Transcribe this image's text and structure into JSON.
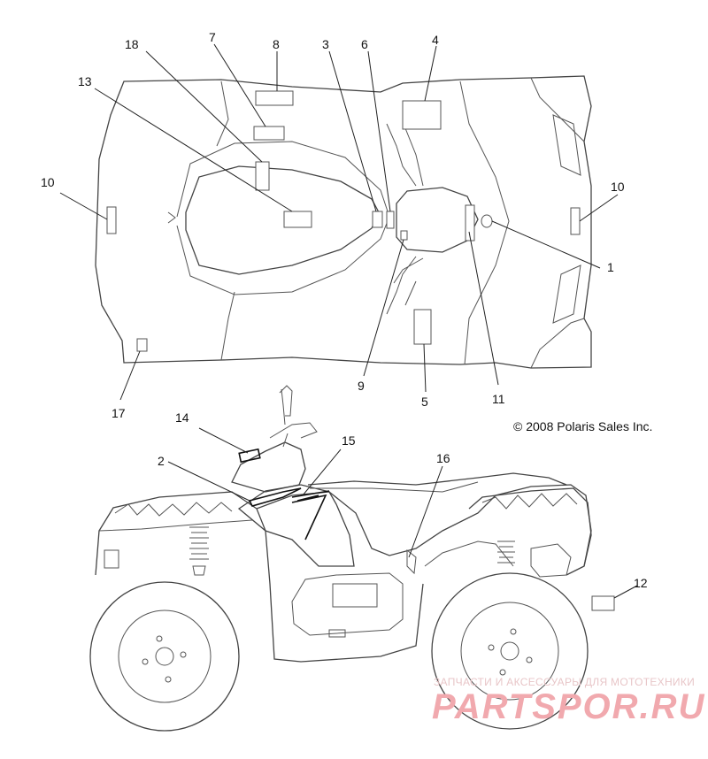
{
  "copyright": "© 2008 Polaris Sales Inc.",
  "watermark": {
    "tagline": "ЗАПЧАСТИ И АКСЕССУАРЫ ДЛЯ МОТОТЕХНИКИ",
    "brand": "PARTSPOR.RU"
  },
  "callouts": {
    "c1": "1",
    "c2": "2",
    "c3": "3",
    "c4": "4",
    "c5": "5",
    "c6": "6",
    "c7": "7",
    "c8": "8",
    "c9": "9",
    "c10a": "10",
    "c10b": "10",
    "c11": "11",
    "c12": "12",
    "c13": "13",
    "c14": "14",
    "c15": "15",
    "c16": "16",
    "c17": "17",
    "c18": "18"
  }
}
